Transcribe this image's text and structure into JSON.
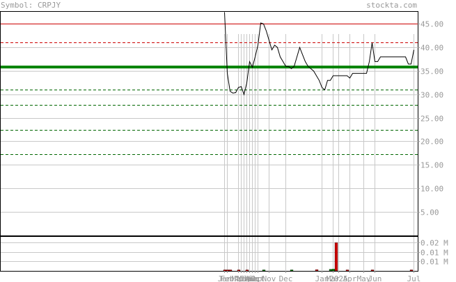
{
  "header": {
    "symbol_text": "Symbol: CRPJY",
    "site_text": "stockta.com"
  },
  "colors": {
    "frame": "#000000",
    "grid": "#c8c8c8",
    "price_line": "#000000",
    "resistance": "#cc0000",
    "support": "#006600",
    "key_level": "#008000",
    "axis_text": "#999999",
    "volume_up": "#008000",
    "volume_down": "#cc0000"
  },
  "chart_data": [
    {
      "type": "line",
      "title": "",
      "y_ticks": [
        "45.00",
        "40.00",
        "35.00",
        "30.00",
        "25.00",
        "20.00",
        "15.00",
        "10.00",
        "5.00"
      ],
      "y_tick_values": [
        45,
        40,
        35,
        30,
        25,
        20,
        15,
        10,
        5
      ],
      "ylim": [
        0,
        47.5
      ],
      "x_tick_labels": [
        "Jan",
        "Feb",
        "Mar",
        "Apr",
        "May",
        "Jun",
        "Jul",
        "Aug",
        "Sep",
        "Oct",
        "Nov",
        "Dec",
        "Jan",
        "Mar",
        "2025",
        "Apr",
        "May",
        "Jun",
        "Jul"
      ],
      "x_tick_index": [
        0,
        1,
        5,
        6,
        7,
        8,
        9,
        10,
        11,
        12,
        16,
        22,
        35,
        39,
        41,
        45,
        50,
        54,
        68
      ],
      "horizontal_levels": [
        {
          "value": 45.0,
          "style": "resistance-solid"
        },
        {
          "value": 41.0,
          "style": "resistance-dashed"
        },
        {
          "value": 35.8,
          "style": "key-level"
        },
        {
          "value": 31.0,
          "style": "support-dashed"
        },
        {
          "value": 27.8,
          "style": "support-dashed"
        },
        {
          "value": 22.4,
          "style": "support-dashed"
        },
        {
          "value": 17.2,
          "style": "support-dashed"
        }
      ],
      "series": [
        {
          "values": [
            47.5,
            34.5,
            30.7,
            30.3,
            30.4,
            31.5,
            31.7,
            30.0,
            32.5,
            37.0,
            35.8,
            38.0,
            40.5,
            45.2,
            45.0,
            43.5,
            41.5,
            39.5,
            40.5,
            40.0,
            38.0,
            37.0,
            36.0,
            36.0,
            35.5,
            36.0,
            38.0,
            40.0,
            38.5,
            37.0,
            36.0,
            35.5,
            35.0,
            34.0,
            33.0,
            31.5,
            31.0,
            33.0,
            33.0,
            34.0,
            34.0,
            34.0,
            34.0,
            34.0,
            34.0,
            33.5,
            34.5,
            34.5,
            34.5,
            34.5,
            34.5,
            34.5,
            37.0,
            41.0,
            37.0,
            37.0,
            38.0,
            38.0,
            38.0,
            38.0,
            38.0,
            38.0,
            38.0,
            38.0,
            38.0,
            38.0,
            36.5,
            36.5,
            39.5
          ]
        }
      ]
    },
    {
      "type": "bar",
      "title": "",
      "y_ticks": [
        "0.02 M",
        "0.01 M",
        "0.01 M"
      ],
      "y_tick_values": [
        0.0223,
        0.0149,
        0.0074
      ],
      "ylim": [
        0,
        0.0268
      ],
      "bars": [
        {
          "index": 0,
          "value": 0.0005,
          "dir": "down"
        },
        {
          "index": 1,
          "value": 0.0005,
          "dir": "down"
        },
        {
          "index": 2,
          "value": 0.0005,
          "dir": "down"
        },
        {
          "index": 5,
          "value": 0.0004,
          "dir": "down"
        },
        {
          "index": 8,
          "value": 0.0003,
          "dir": "down"
        },
        {
          "index": 14,
          "value": 0.0003,
          "dir": "up"
        },
        {
          "index": 24,
          "value": 0.0004,
          "dir": "up"
        },
        {
          "index": 33,
          "value": 0.001,
          "dir": "down"
        },
        {
          "index": 38,
          "value": 0.0013,
          "dir": "up"
        },
        {
          "index": 39,
          "value": 0.0014,
          "dir": "up"
        },
        {
          "index": 40,
          "value": 0.0222,
          "dir": "down"
        },
        {
          "index": 44,
          "value": 0.0004,
          "dir": "down"
        },
        {
          "index": 53,
          "value": 0.0003,
          "dir": "down"
        },
        {
          "index": 67,
          "value": 0.0004,
          "dir": "down"
        }
      ]
    }
  ]
}
